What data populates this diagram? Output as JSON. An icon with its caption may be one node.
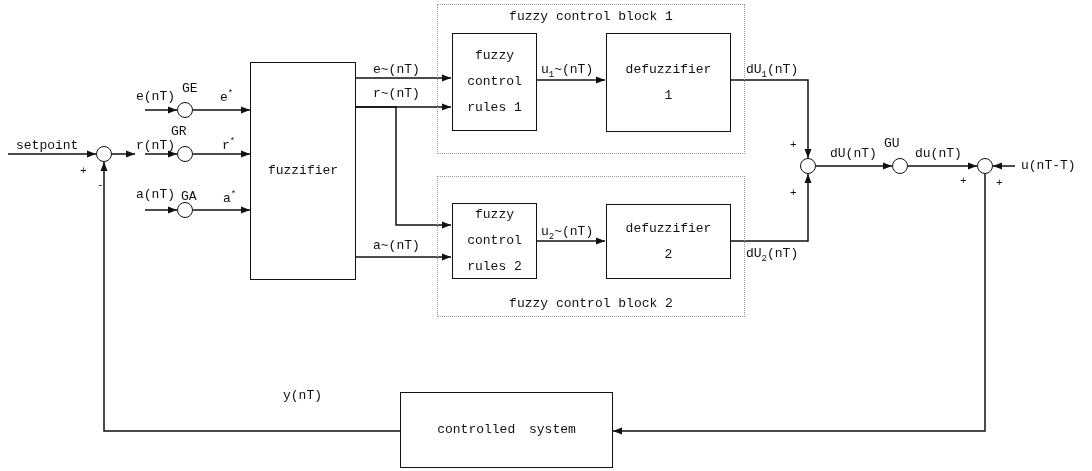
{
  "diagram": {
    "nodes": [
      {
        "text": [],
        "shape": "circle"
      },
      {
        "text": [],
        "shape": "circle",
        "beside": [
          "GE"
        ]
      },
      {
        "text": [],
        "shape": "circle",
        "beside": [
          "GR"
        ]
      },
      {
        "text": [],
        "shape": "circle",
        "beside": [
          "GA"
        ]
      },
      {
        "text": [
          "fuzzifier"
        ]
      },
      {
        "text": [
          "fuzzy control block 1"
        ]
      },
      {
        "text": [
          "fuzzy control rules 1"
        ],
        "in": 5
      },
      {
        "text": [
          "defuzzifier 1"
        ],
        "in": 5
      },
      {
        "text": [
          "fuzzy control block 2"
        ]
      },
      {
        "text": [
          "fuzzy control rules 2"
        ],
        "in": 8
      },
      {
        "text": [
          "defuzzifier 2"
        ],
        "in": 8
      },
      {
        "text": [],
        "shape": "circle"
      },
      {
        "text": [],
        "shape": "circle",
        "beside": [
          "GU"
        ]
      },
      {
        "text": [],
        "shape": "circle"
      },
      {
        "text": [
          "controlled system"
        ]
      }
    ],
    "edges": [
      {
        "from": null,
        "to": 0,
        "arrow": "to",
        "label": "setpoint"
      },
      {
        "from": 0,
        "to": null,
        "arrow": "to"
      },
      {
        "from": null,
        "to": 1,
        "arrow": "to",
        "label": "e(nT)"
      },
      {
        "from": null,
        "to": 2,
        "arrow": "to",
        "label": "r(nT)"
      },
      {
        "from": null,
        "to": 3,
        "arrow": "to",
        "label": "a(nT)"
      },
      {
        "from": 1,
        "to": 4,
        "arrow": "to",
        "label": "e$^{*}$"
      },
      {
        "from": 2,
        "to": 4,
        "arrow": "to",
        "label": "r$^{*}$"
      },
      {
        "from": 3,
        "to": 4,
        "arrow": "to",
        "label": "a$^{*}$"
      },
      {
        "from": 4,
        "to": 6,
        "arrow": "to",
        "label": "e~(nT)"
      },
      {
        "from": 4,
        "to": 6,
        "arrow": "to",
        "label": "r~(nT)"
      },
      {
        "from": 4,
        "to": 9,
        "arrow": "to"
      },
      {
        "from": 4,
        "to": 9,
        "arrow": "to",
        "label": "a~(nT)"
      },
      {
        "from": 6,
        "to": 7,
        "arrow": "to",
        "label": "u$_{1}$~(nT)"
      },
      {
        "from": 9,
        "to": 10,
        "arrow": "to",
        "label": "u$_{2}$~(nT)"
      },
      {
        "from": 7,
        "to": 11,
        "arrow": "to",
        "label": "dU$_{1}$(nT)"
      },
      {
        "from": 10,
        "to": 11,
        "arrow": "to",
        "label": "dU$_{2}$(nT)"
      },
      {
        "from": 11,
        "to": 12,
        "arrow": "to",
        "label": "dU(nT)"
      },
      {
        "from": 12,
        "to": 13,
        "arrow": "to",
        "label": "du(nT)"
      },
      {
        "from": null,
        "to": 13,
        "arrow": "to",
        "label": "u(nT-T)"
      },
      {
        "from": 13,
        "to": 14,
        "arrow": "to"
      },
      {
        "from": 14,
        "to": 0,
        "arrow": "to",
        "label": "y(nT)"
      }
    ],
    "labels": [
      "+",
      "-",
      "+",
      "+",
      "+",
      "+"
    ]
  }
}
